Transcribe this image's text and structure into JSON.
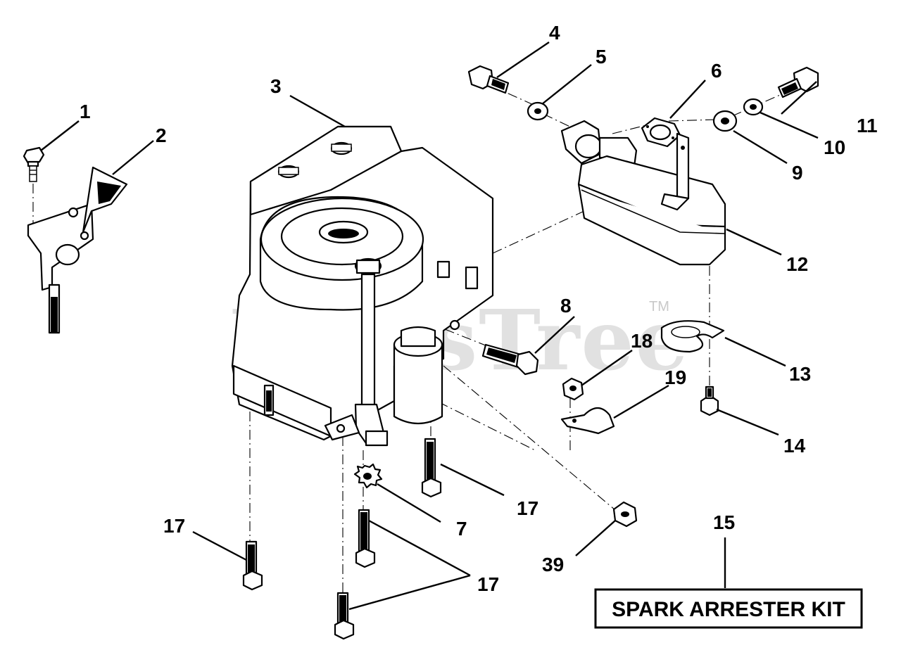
{
  "watermark": {
    "text": "PartsTree",
    "trademark": "TM"
  },
  "callouts": {
    "c1": "1",
    "c2": "2",
    "c3": "3",
    "c4": "4",
    "c5": "5",
    "c6": "6",
    "c7": "7",
    "c8": "8",
    "c9": "9",
    "c10": "10",
    "c11": "11",
    "c12": "12",
    "c13": "13",
    "c14": "14",
    "c15": "15",
    "c17a": "17",
    "c17b": "17",
    "c17c": "17",
    "c18": "18",
    "c19": "19",
    "c39": "39"
  },
  "kit": {
    "label": "SPARK ARRESTER KIT"
  }
}
